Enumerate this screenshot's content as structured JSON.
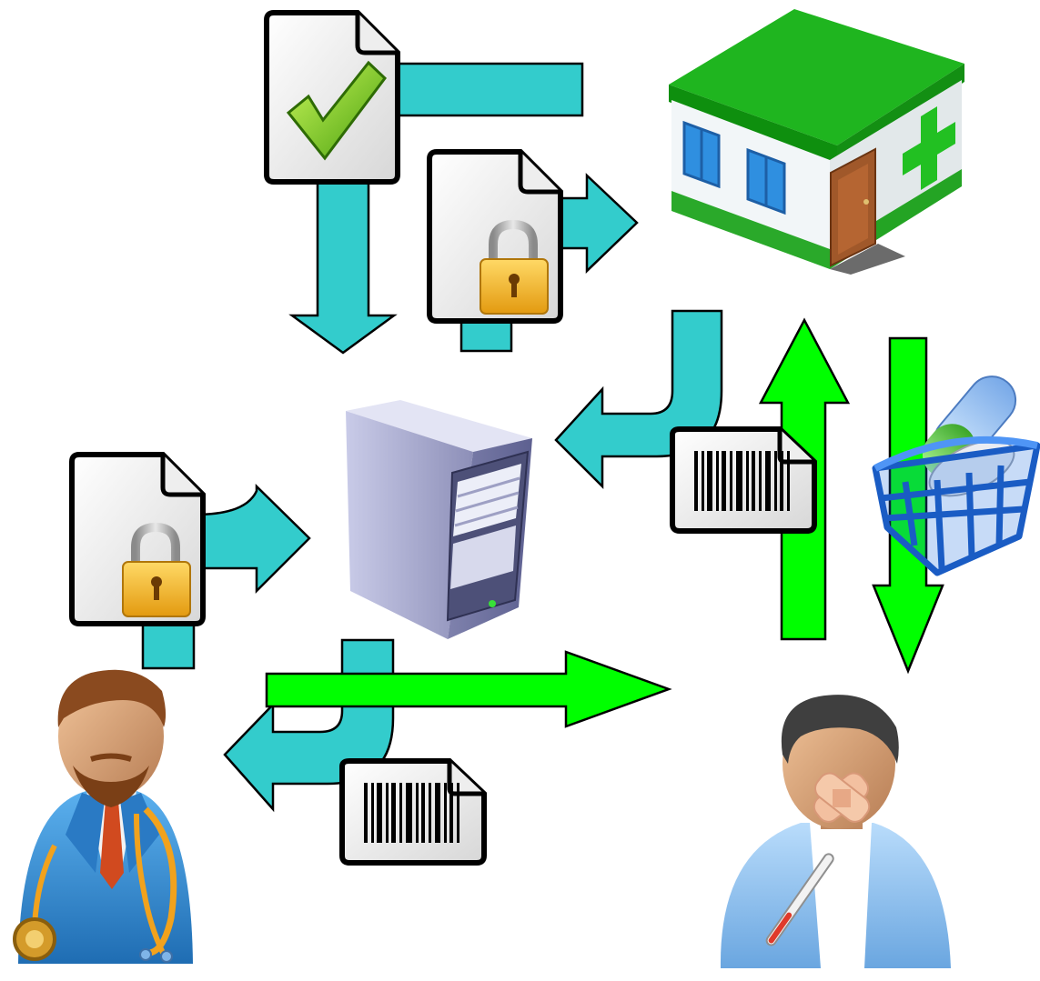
{
  "diagram": {
    "nodes": [
      {
        "id": "approved-document",
        "icon": "document-checkmark-icon"
      },
      {
        "id": "encrypted-document-top",
        "icon": "document-lock-icon"
      },
      {
        "id": "pharmacy",
        "icon": "pharmacy-building-icon"
      },
      {
        "id": "server",
        "icon": "server-tower-icon"
      },
      {
        "id": "encrypted-document-left",
        "icon": "document-lock-icon"
      },
      {
        "id": "barcode-document-right",
        "icon": "barcode-document-icon"
      },
      {
        "id": "medicine-basket",
        "icon": "medicine-basket-icon"
      },
      {
        "id": "doctor",
        "icon": "doctor-icon"
      },
      {
        "id": "patient",
        "icon": "patient-icon"
      },
      {
        "id": "barcode-document-bottom",
        "icon": "barcode-document-icon"
      }
    ],
    "arrows": [
      {
        "from": "approved-document",
        "to": "pharmacy",
        "color": "cyan"
      },
      {
        "from": "approved-document",
        "to": "server",
        "color": "cyan"
      },
      {
        "from": "encrypted-document-top",
        "to": "pharmacy",
        "color": "cyan"
      },
      {
        "from": "pharmacy",
        "to": "server",
        "color": "cyan"
      },
      {
        "from": "encrypted-document-left",
        "to": "server",
        "color": "cyan"
      },
      {
        "from": "server",
        "to": "doctor",
        "color": "cyan"
      },
      {
        "from": "patient",
        "to": "pharmacy",
        "color": "green"
      },
      {
        "from": "pharmacy",
        "to": "patient",
        "color": "green"
      },
      {
        "from": "doctor",
        "to": "patient",
        "color": "green"
      }
    ],
    "colors": {
      "cyan_arrow": "#33cccc",
      "green_arrow": "#00ff00",
      "outline": "#000000",
      "pharmacy_roof": "#1fb51f",
      "pharmacy_cross": "#22c022",
      "server_body": "#a9abd0",
      "lock_gold": "#f2b21a",
      "basket_blue": "#1e6fe0",
      "doctor_coat": "#3a8fd6",
      "patient_shirt": "#8ec1f0"
    }
  }
}
